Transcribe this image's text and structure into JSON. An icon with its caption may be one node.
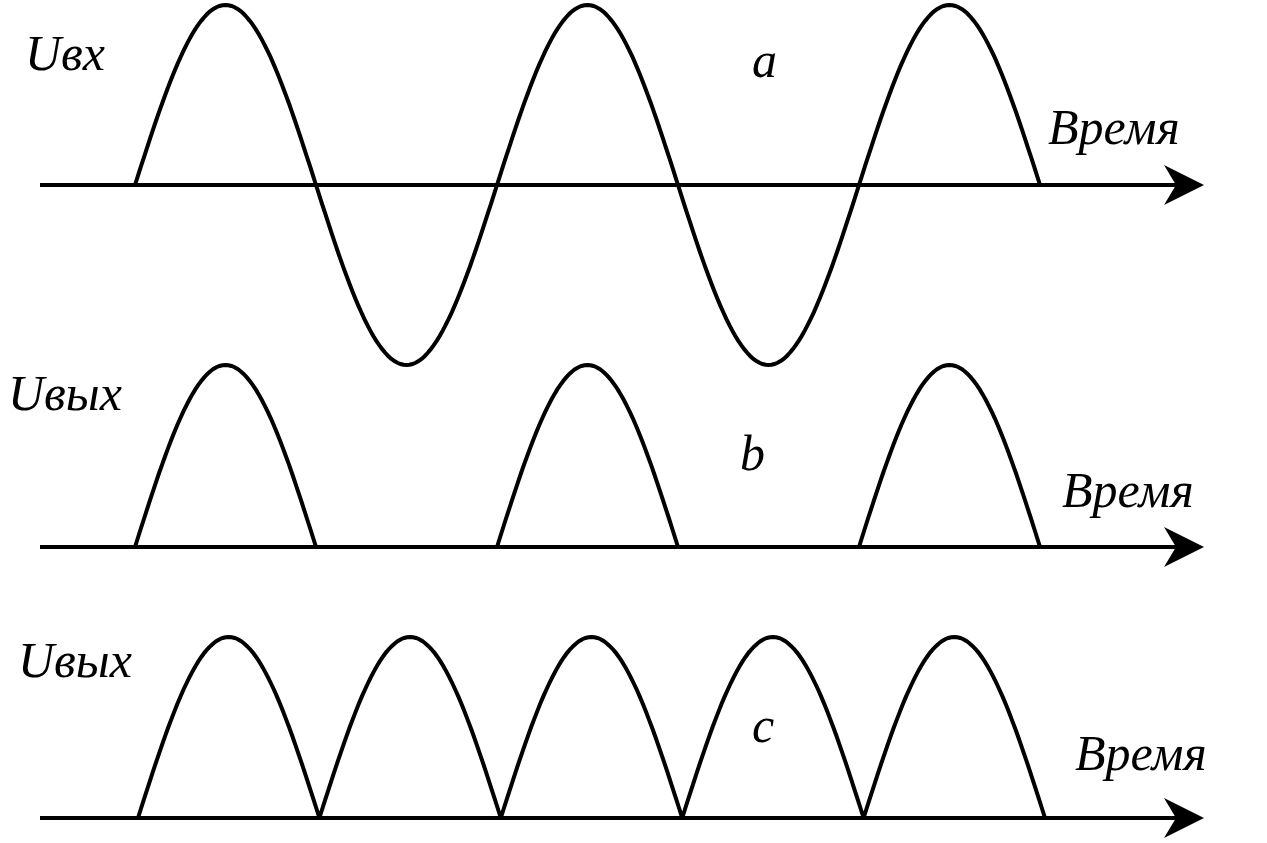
{
  "diagram": {
    "labels": [
      "Uвх",
      "a",
      "Время",
      "Uвых",
      "b",
      "Время",
      "Uвых",
      "c",
      "Время"
    ]
  }
}
